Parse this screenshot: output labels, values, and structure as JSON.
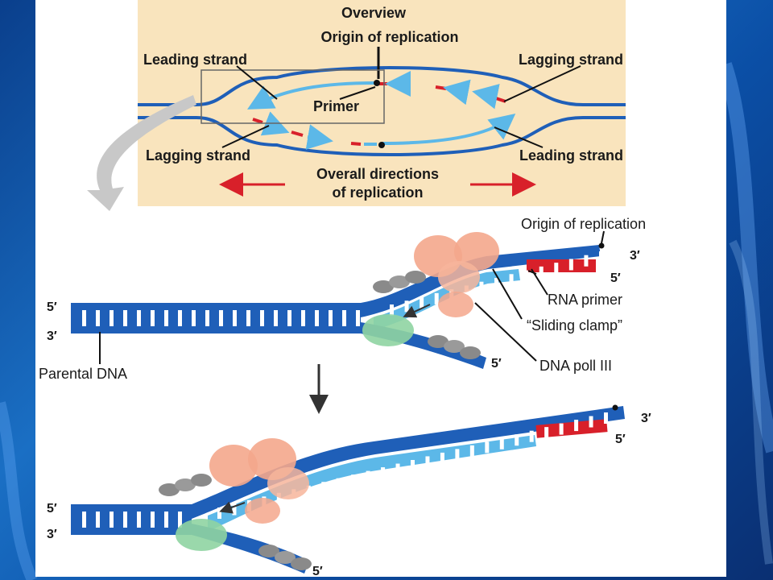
{
  "overview": {
    "title": "Overview",
    "origin": "Origin of replication",
    "leading_tl": "Leading strand",
    "lagging_tr": "Lagging strand",
    "primer": "Primer",
    "lagging_bl": "Lagging strand",
    "leading_br": "Leading strand",
    "directions_1": "Overall directions",
    "directions_2": "of replication"
  },
  "detail1": {
    "origin": "Origin of replication",
    "p3_top": "3′",
    "p5_right": "5′",
    "p5_left": "5′",
    "p3_left": "3′",
    "p5_bottom": "5′",
    "rna_primer": "RNA primer",
    "sliding_clamp": "“Sliding clamp”",
    "dna_pol": "DNA poll III",
    "parental": "Parental DNA"
  },
  "detail2": {
    "p3_top": "3′",
    "p5_right": "5′",
    "p5_left": "5′",
    "p3_left": "3′",
    "p5_bottom": "5′"
  },
  "colors": {
    "strand_blue": "#1f5fb8",
    "new_strand": "#5cb8e8",
    "primer_red": "#d8202a",
    "panel_bg": "#f9e4bd",
    "clamp": "#f4a78c",
    "polymerase": "#8fd4a2"
  }
}
